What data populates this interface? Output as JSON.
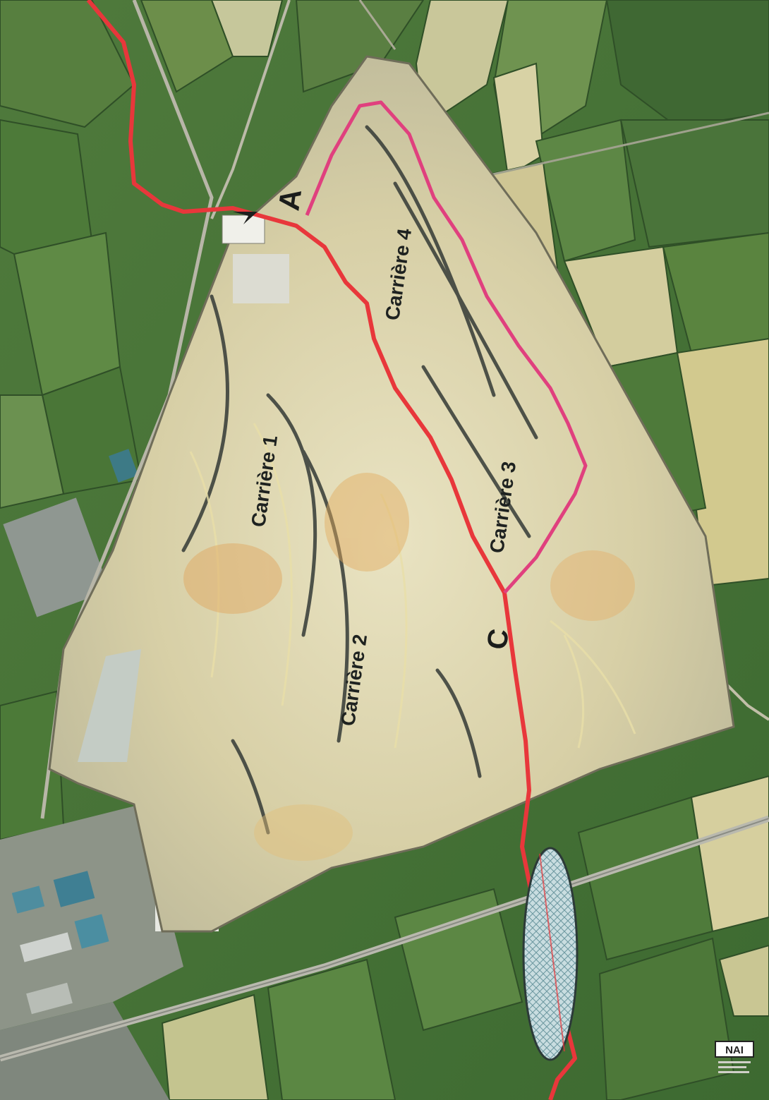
{
  "map": {
    "quarry_labels": [
      "Carrière 1",
      "Carrière 2",
      "Carrière 3",
      "Carrière 4"
    ],
    "point_labels": [
      "A",
      "C"
    ],
    "route_color": "#e8373b",
    "boundary_color": "#e0407e",
    "logo_text": "NAI"
  }
}
